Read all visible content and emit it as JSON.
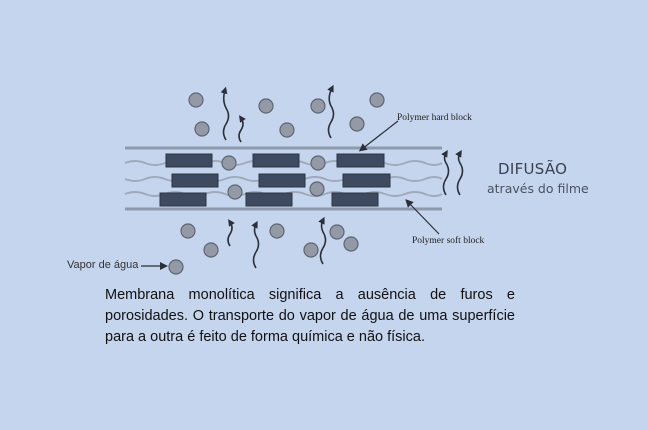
{
  "diagram": {
    "title": "DIFUSÃO",
    "subtitle": "através do filme",
    "hard_block_label": "Polymer hard block",
    "soft_block_label": "Polymer soft block",
    "vapor_label": "Vapor de água",
    "colors": {
      "background": "#c5d5ee",
      "hard_block": "#3d4a5f",
      "membrane_line": "#8e9aac",
      "water_particle": "#939aa6",
      "particle_outline": "#5e6573",
      "arrow": "#2a2f38"
    }
  },
  "caption": "Membrana monolítica significa a ausência de furos e porosidades. O transporte do vapor de água de uma superfície para a outra é feito de forma química e não física."
}
